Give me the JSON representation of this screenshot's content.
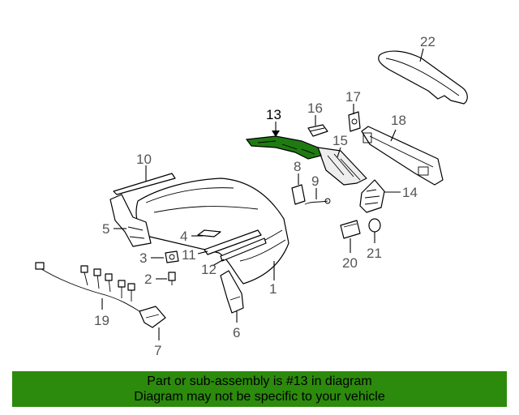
{
  "diagram": {
    "callouts": [
      "1",
      "2",
      "3",
      "4",
      "5",
      "6",
      "7",
      "8",
      "9",
      "10",
      "11",
      "12",
      "13",
      "14",
      "15",
      "16",
      "17",
      "18",
      "19",
      "20",
      "21",
      "22"
    ],
    "highlight_callout": "13",
    "highlight_color": "#1f7a12"
  },
  "banner": {
    "line1": "Part or sub-assembly is #13 in diagram",
    "line2": "Diagram may not be specific to your vehicle",
    "background": "#2c8a0c"
  }
}
